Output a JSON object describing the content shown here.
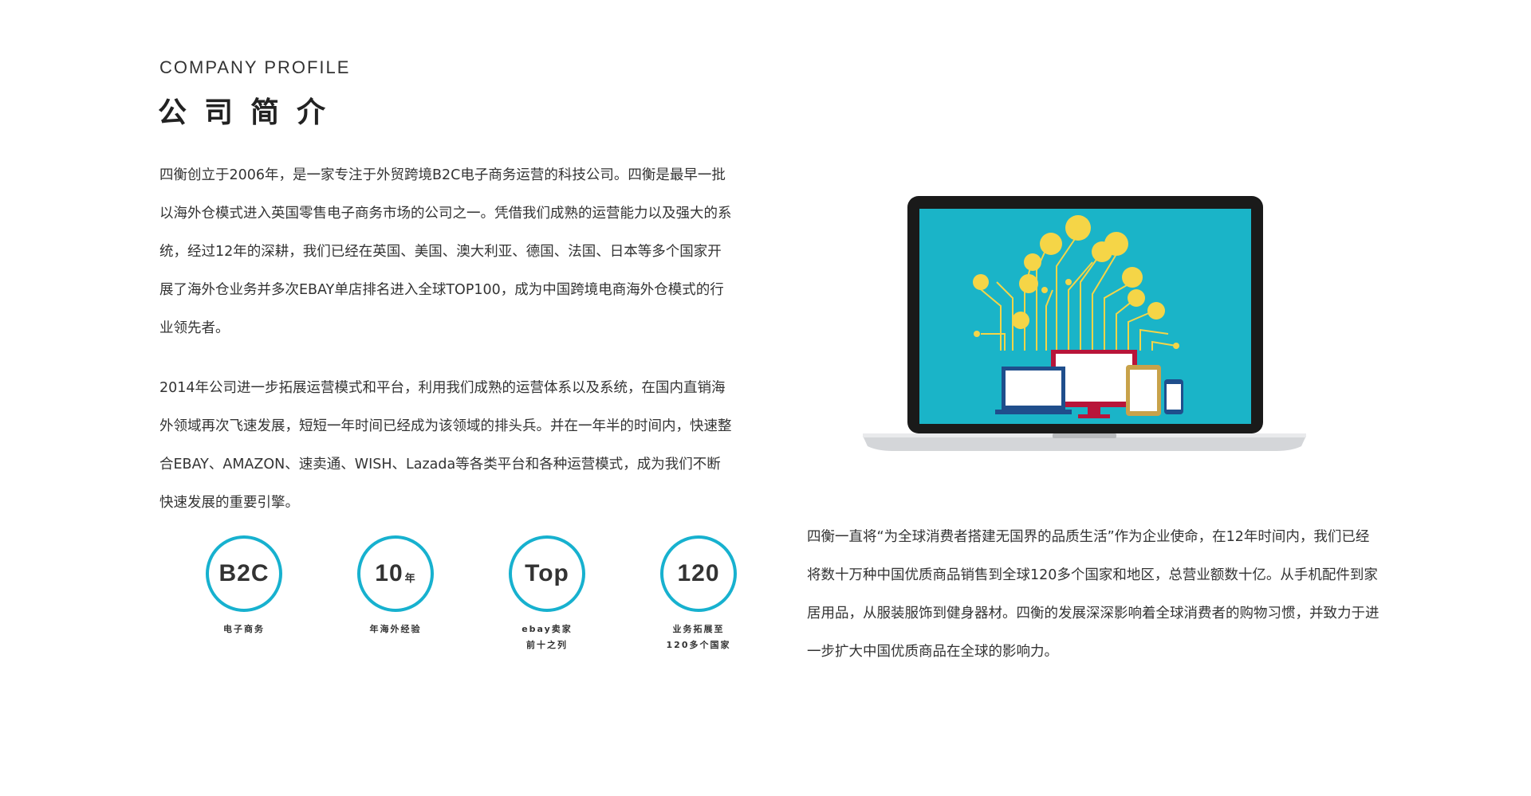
{
  "header": {
    "en_title": "COMPANY PROFILE",
    "cn_title": "公司简介"
  },
  "paragraphs": {
    "p1": "四衡创立于2006年，是一家专注于外贸跨境B2C电子商务运营的科技公司。四衡是最早一批以海外仓模式进入英国零售电子商务市场的公司之一。凭借我们成熟的运营能力以及强大的系统，经过12年的深耕，我们已经在英国、美国、澳大利亚、德国、法国、日本等多个国家开展了海外仓业务并多次EBAY单店排名进入全球TOP100，成为中国跨境电商海外仓模式的行业领先者。",
    "p2": "2014年公司进一步拓展运营模式和平台，利用我们成熟的运营体系以及系统，在国内直销海外领域再次飞速发展，短短一年时间已经成为该领域的排头兵。并在一年半的时间内，快速整合EBAY、AMAZON、速卖通、WISH、Lazada等各类平台和各种运营模式，成为我们不断快速发展的重要引擎。",
    "p3": "四衡一直将“为全球消费者搭建无国界的品质生活”作为企业使命，在12年时间内，我们已经将数十万种中国优质商品销售到全球120多个国家和地区，总营业额数十亿。从手机配件到家居用品，从服装服饰到健身器材。四衡的发展深深影响着全球消费者的购物习惯，并致力于进一步扩大中国优质商品在全球的影响力。"
  },
  "stats": [
    {
      "value": "B2C",
      "unit": "",
      "caption_lines": [
        "电子商务"
      ]
    },
    {
      "value": "10",
      "unit": "年",
      "caption_lines": [
        "年海外经验"
      ]
    },
    {
      "value": "Top",
      "unit": "",
      "caption_lines": [
        "ebay卖家",
        "前十之列"
      ]
    },
    {
      "value": "120",
      "unit": "",
      "caption_lines": [
        "业务拓展至",
        "120多个国家"
      ]
    }
  ],
  "colors": {
    "accent": "#17b1cf",
    "screen_bg": "#1ab4c8",
    "icon_yellow": "#f5d547"
  },
  "illustration": {
    "icon_names": [
      "laptop-icon",
      "network-icons",
      "desktop-icon",
      "tablet-icon",
      "phone-icon"
    ]
  }
}
